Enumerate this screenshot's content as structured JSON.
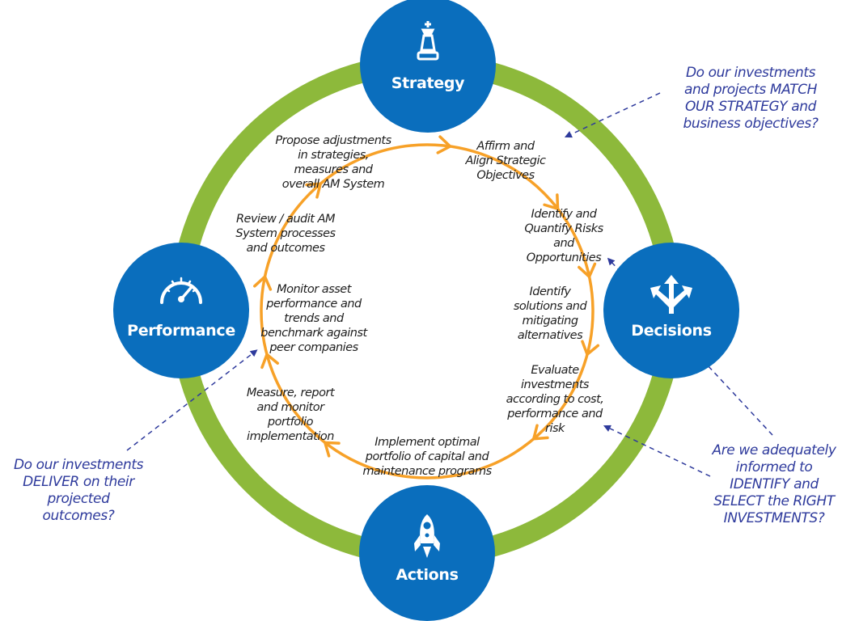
{
  "colors": {
    "hub": "#0a6ebd",
    "outer_ring": "#8db93b",
    "cycle_arrow": "#f7a128",
    "question_text": "#2e3a9c",
    "step_text": "#1e1e1e"
  },
  "hubs": [
    {
      "id": "strategy",
      "label": "Strategy",
      "icon": "chess-rook-icon"
    },
    {
      "id": "decisions",
      "label": "Decisions",
      "icon": "branching-arrows-icon"
    },
    {
      "id": "actions",
      "label": "Actions",
      "icon": "rocket-icon"
    },
    {
      "id": "performance",
      "label": "Performance",
      "icon": "speedometer-icon"
    }
  ],
  "cycle_steps": [
    {
      "text": "Affirm and\nAlign Strategic\nObjectives"
    },
    {
      "text": "Identify and\nQuantify Risks\nand\nOpportunities"
    },
    {
      "text": "Identify\nsolutions and\nmitigating\nalternatives"
    },
    {
      "text": "Evaluate\ninvestments\naccording to cost,\nperformance and\nrisk"
    },
    {
      "text": "Implement optimal\nportfolio of capital and\nmaintenance programs"
    },
    {
      "text": "Measure, report\nand monitor\nportfolio\nimplementation"
    },
    {
      "text": "Monitor asset\nperformance and\ntrends and\nbenchmark against\npeer companies"
    },
    {
      "text": "Review / audit AM\nSystem processes\nand outcomes"
    },
    {
      "text": "Propose adjustments\nin strategies,\nmeasures and\noverall AM System"
    }
  ],
  "questions": [
    {
      "id": "strategy-question",
      "text": "Do our investments\nand projects MATCH\nOUR STRATEGY and\nbusiness objectives?"
    },
    {
      "id": "decisions-question",
      "text": "Are we adequately\ninformed to\nIDENTIFY and\nSELECT the RIGHT\nINVESTMENTS?"
    },
    {
      "id": "performance-question",
      "text": "Do our investments\nDELIVER on their\nprojected\noutcomes?"
    }
  ]
}
